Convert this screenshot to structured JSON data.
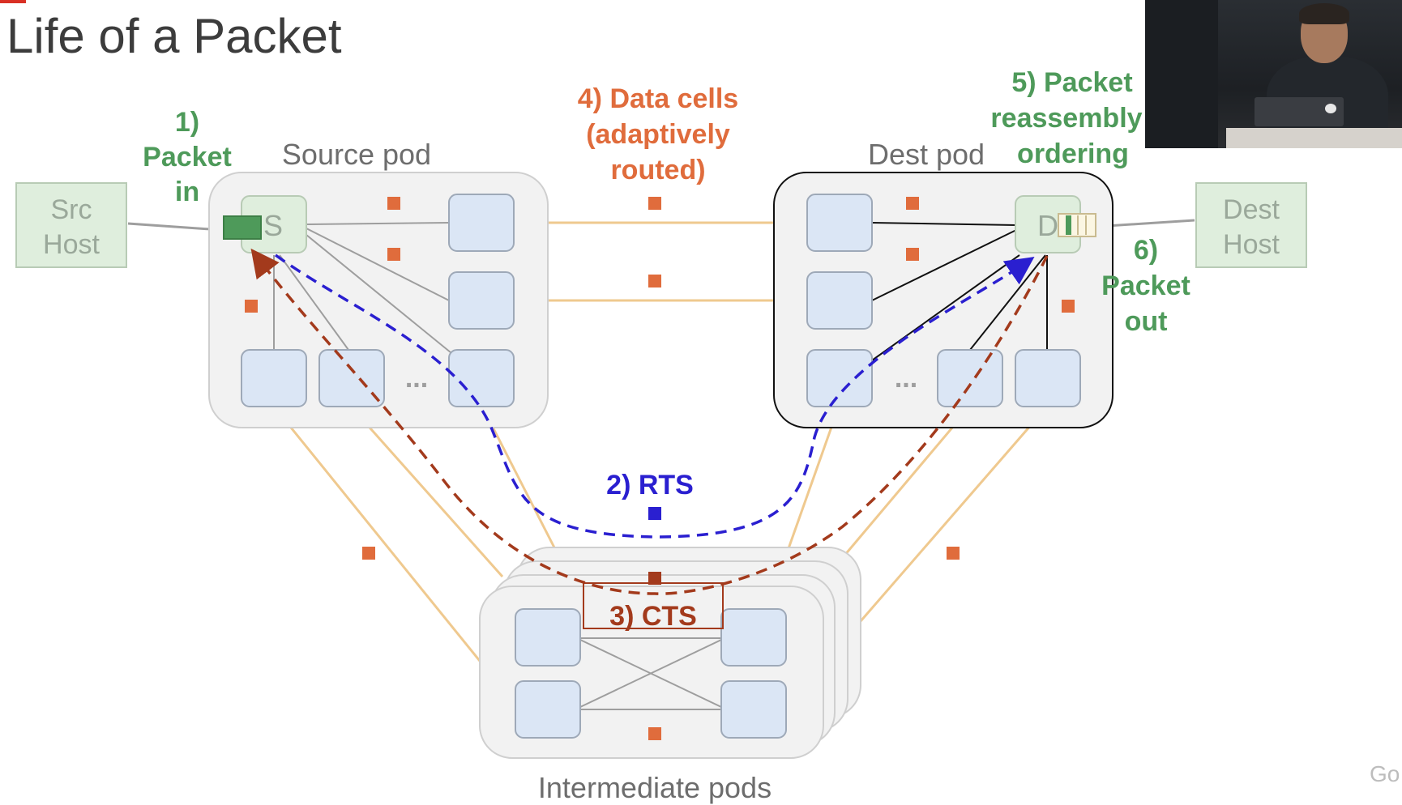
{
  "slide": {
    "title": "Life of a Packet",
    "watermark": "Go"
  },
  "labels": {
    "source_pod": "Source pod",
    "dest_pod": "Dest pod",
    "intermediate_pods": "Intermediate pods",
    "src_host_line1": "Src",
    "src_host_line2": "Host",
    "dest_host_line1": "Dest",
    "dest_host_line2": "Host",
    "switch_s": "S",
    "switch_d": "D",
    "ellipsis_source": "...",
    "ellipsis_dest": "..."
  },
  "steps": {
    "step1_line1": "1)",
    "step1_line2": "Packet",
    "step1_line3": "in",
    "step2": "2) RTS",
    "step3": "3) CTS",
    "step4_line1": "4) Data cells",
    "step4_line2": "(adaptively",
    "step4_line3": "routed)",
    "step5_line1": "5) Packet",
    "step5_line2": "reassembly",
    "step5_line3": "ordering",
    "step6_line1": "6)",
    "step6_line2": "Packet",
    "step6_line3": "out"
  },
  "colors": {
    "title": "#3c3c3c",
    "green": "#4e9a5a",
    "orange": "#e06c3c",
    "blue": "#2a1fd0",
    "darkred": "#a33a1c",
    "link_orange": "#efc98f",
    "node_fill": "#dbe6f5",
    "host_fill": "#dfeedd",
    "pod_fill": "#f2f2f2"
  },
  "icons": {
    "webcam": "presenter-video-feed"
  }
}
